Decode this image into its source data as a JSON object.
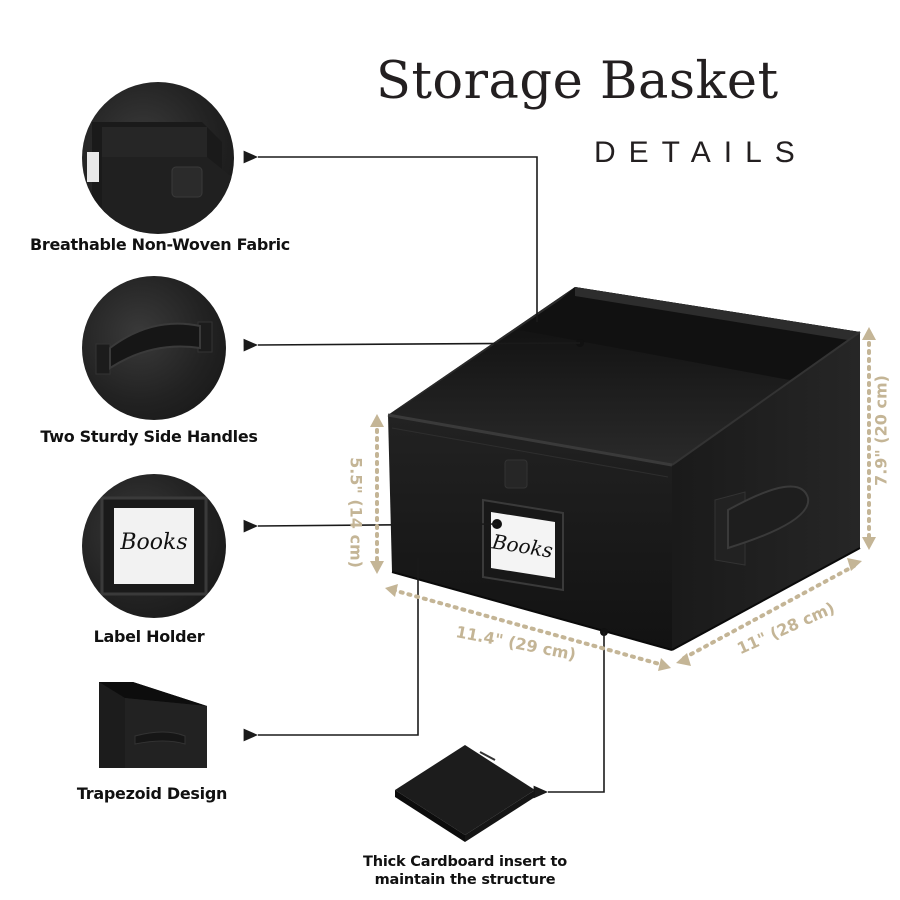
{
  "header": {
    "title": "Storage Basket",
    "subtitle": "DETAILS"
  },
  "features": [
    {
      "label": "Breathable Non-Woven Fabric",
      "icon": "fabric-closeup-icon"
    },
    {
      "label": "Two Sturdy Side Handles",
      "icon": "handle-closeup-icon"
    },
    {
      "label": "Label Holder",
      "icon": "label-holder-closeup-icon",
      "label_card_text": "Books"
    },
    {
      "label": "Trapezoid Design",
      "icon": "trapezoid-basket-icon"
    }
  ],
  "insert": {
    "line1": "Thick Cardboard insert to",
    "line2": "maintain the structure"
  },
  "product": {
    "label_card_text": "Books"
  },
  "dimensions": {
    "front_height": "5.5\" (14 cm)",
    "back_height": "7.9\" (20 cm)",
    "width": "11.4\" (29 cm)",
    "depth": "11\" (28 cm)"
  },
  "colors": {
    "fabric": "#1c1c1c",
    "dimension_accent": "#c4b596",
    "text": "#231f20",
    "leader_line": "#1a1a1a"
  }
}
